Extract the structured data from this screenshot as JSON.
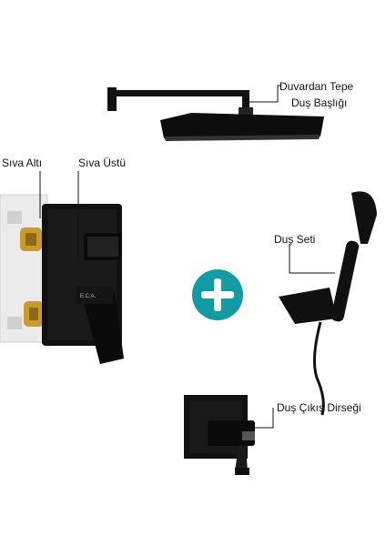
{
  "labels": {
    "rain_head_line1": "Duvardan Tepe",
    "rain_head_line2": "Duş Başlığı",
    "concealed": "Sıva Altı",
    "surface": "Sıva Üstü",
    "shower_set": "Duş Seti",
    "outlet_elbow": "Duş Çıkış Dirseği"
  },
  "product_marks": {
    "brand_plate": "E.C.A."
  },
  "colors": {
    "product_black": "#111111",
    "plus_accent": "#139aa3",
    "leader_line": "#111111"
  },
  "icons": {
    "plus": "plus-circle-icon"
  }
}
